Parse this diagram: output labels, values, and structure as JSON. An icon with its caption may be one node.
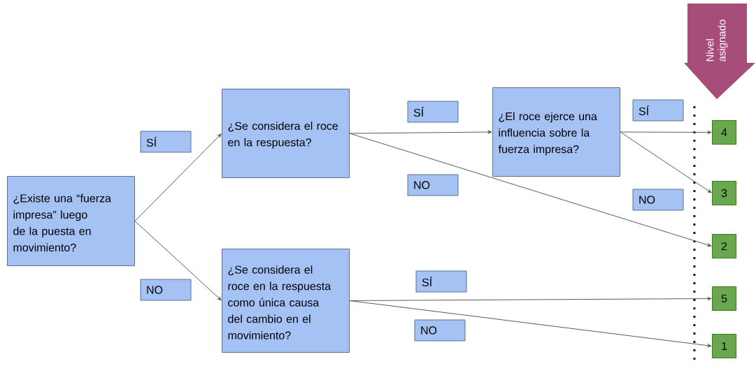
{
  "diagram": {
    "nodes": [
      {
        "text": [
          "¿Existe una “fuerza impresa” luego de la puesta en movimiento?"
        ]
      },
      {
        "text": [
          "¿Se considera el roce en la respuesta?"
        ]
      },
      {
        "text": [
          "¿Se considera el roce en la respuesta como única causa del cambio en el movimiento?"
        ]
      },
      {
        "text": [
          "¿El roce ejerce una influencia sobre la fuerza impresa?"
        ]
      },
      {
        "text": [
          "4"
        ]
      },
      {
        "text": [
          "3"
        ]
      },
      {
        "text": [
          "2"
        ]
      },
      {
        "text": [
          "5"
        ]
      },
      {
        "text": [
          "1"
        ]
      },
      {
        "text": [
          "Nivel asignado"
        ]
      }
    ],
    "edges": [
      {
        "from": 0,
        "to": 1,
        "arrow": "to",
        "label": "SÍ"
      },
      {
        "from": 0,
        "to": 2,
        "arrow": "to",
        "label": "NO"
      },
      {
        "from": 1,
        "to": 3,
        "arrow": "to",
        "label": "SÍ"
      },
      {
        "from": 1,
        "to": 6,
        "arrow": "to",
        "label": "NO"
      },
      {
        "from": 3,
        "to": 4,
        "arrow": "to",
        "label": "SÍ"
      },
      {
        "from": 3,
        "to": 5,
        "arrow": "to",
        "label": "NO"
      },
      {
        "from": 2,
        "to": 7,
        "arrow": "to",
        "label": "SÍ"
      },
      {
        "from": 2,
        "to": 8,
        "arrow": "to",
        "label": "NO"
      }
    ]
  }
}
